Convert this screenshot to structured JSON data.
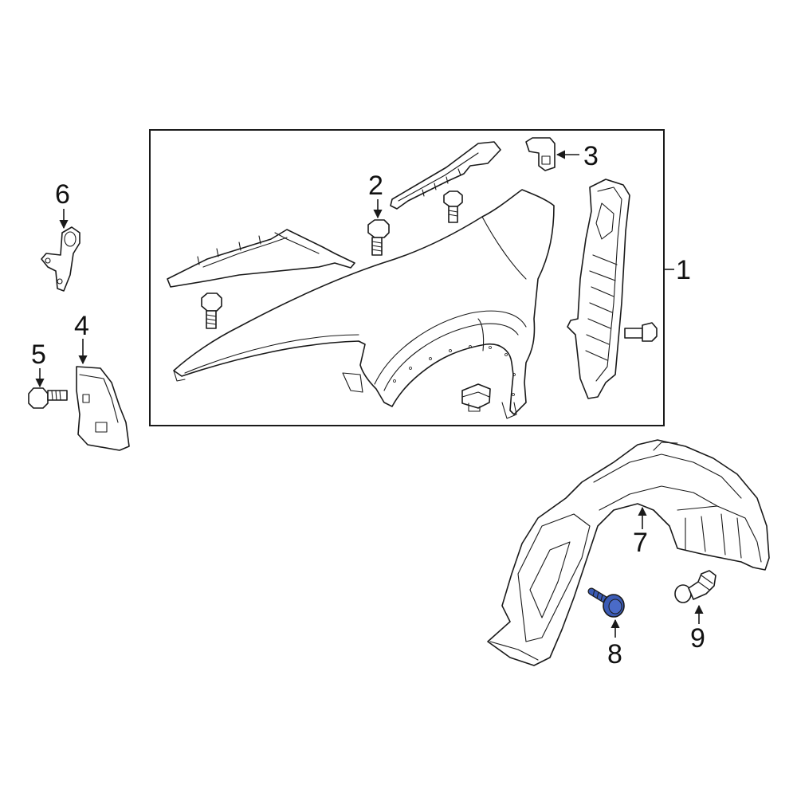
{
  "callouts": {
    "c1": "1",
    "c2": "2",
    "c3": "3",
    "c4": "4",
    "c5": "5",
    "c6": "6",
    "c7": "7",
    "c8": "8",
    "c9": "9"
  },
  "colors": {
    "line": "#1a1a1a",
    "highlight_part": "#3b5bb5",
    "background": "#ffffff"
  },
  "highlighted_part": "8"
}
